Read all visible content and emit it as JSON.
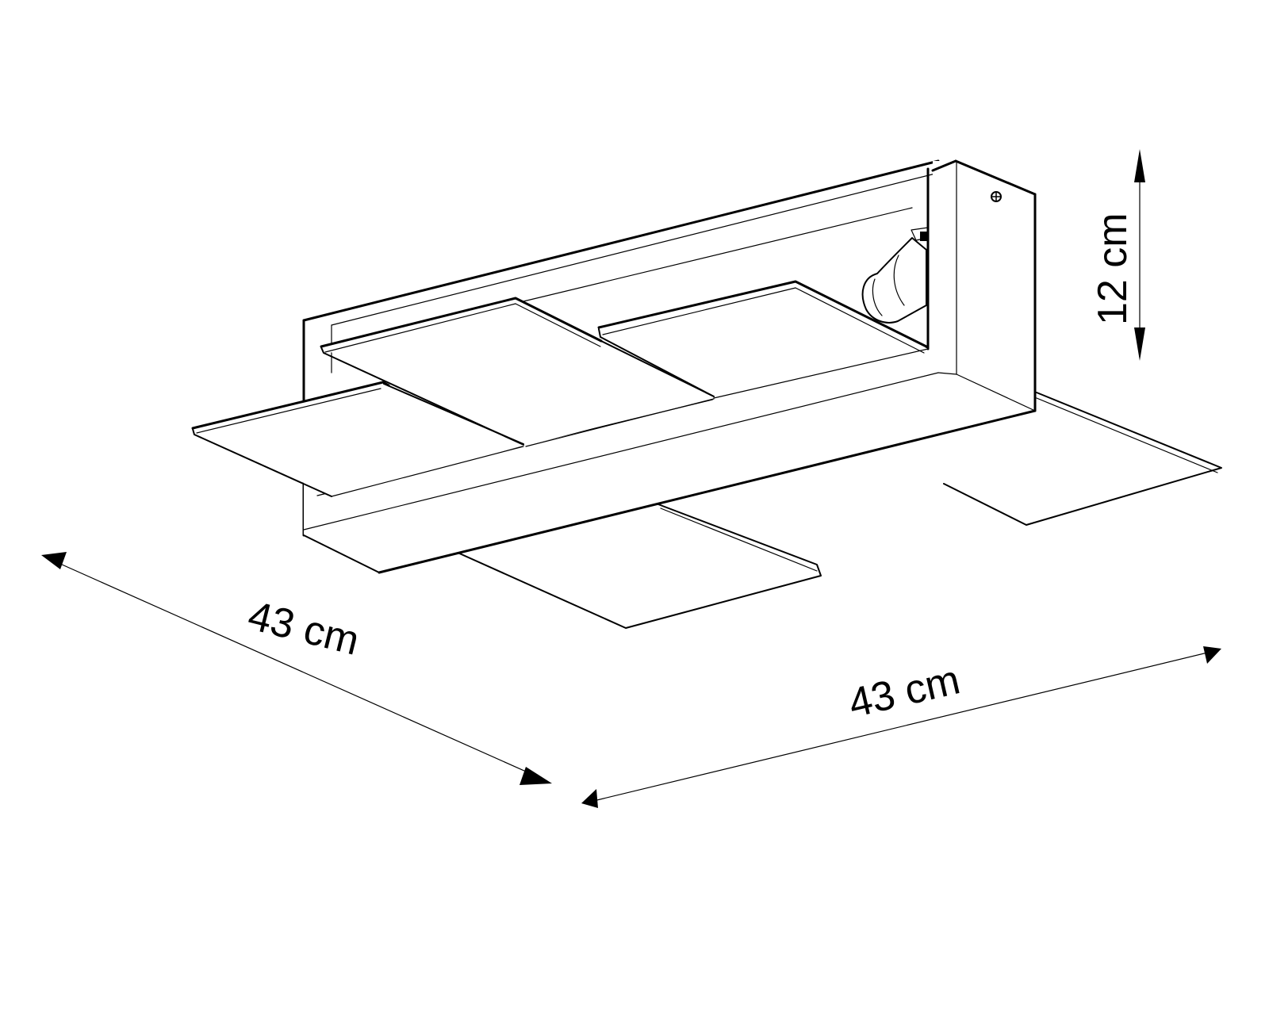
{
  "drawing": {
    "subject": "ceiling-lamp-technical-drawing",
    "colors": {
      "line": "#000000",
      "background": "#ffffff"
    }
  },
  "dimensions": {
    "height": {
      "value": 12,
      "unit": "cm",
      "label": "12 cm"
    },
    "depth": {
      "value": 43,
      "unit": "cm",
      "label": "43 cm"
    },
    "width": {
      "value": 43,
      "unit": "cm",
      "label": "43 cm"
    }
  }
}
